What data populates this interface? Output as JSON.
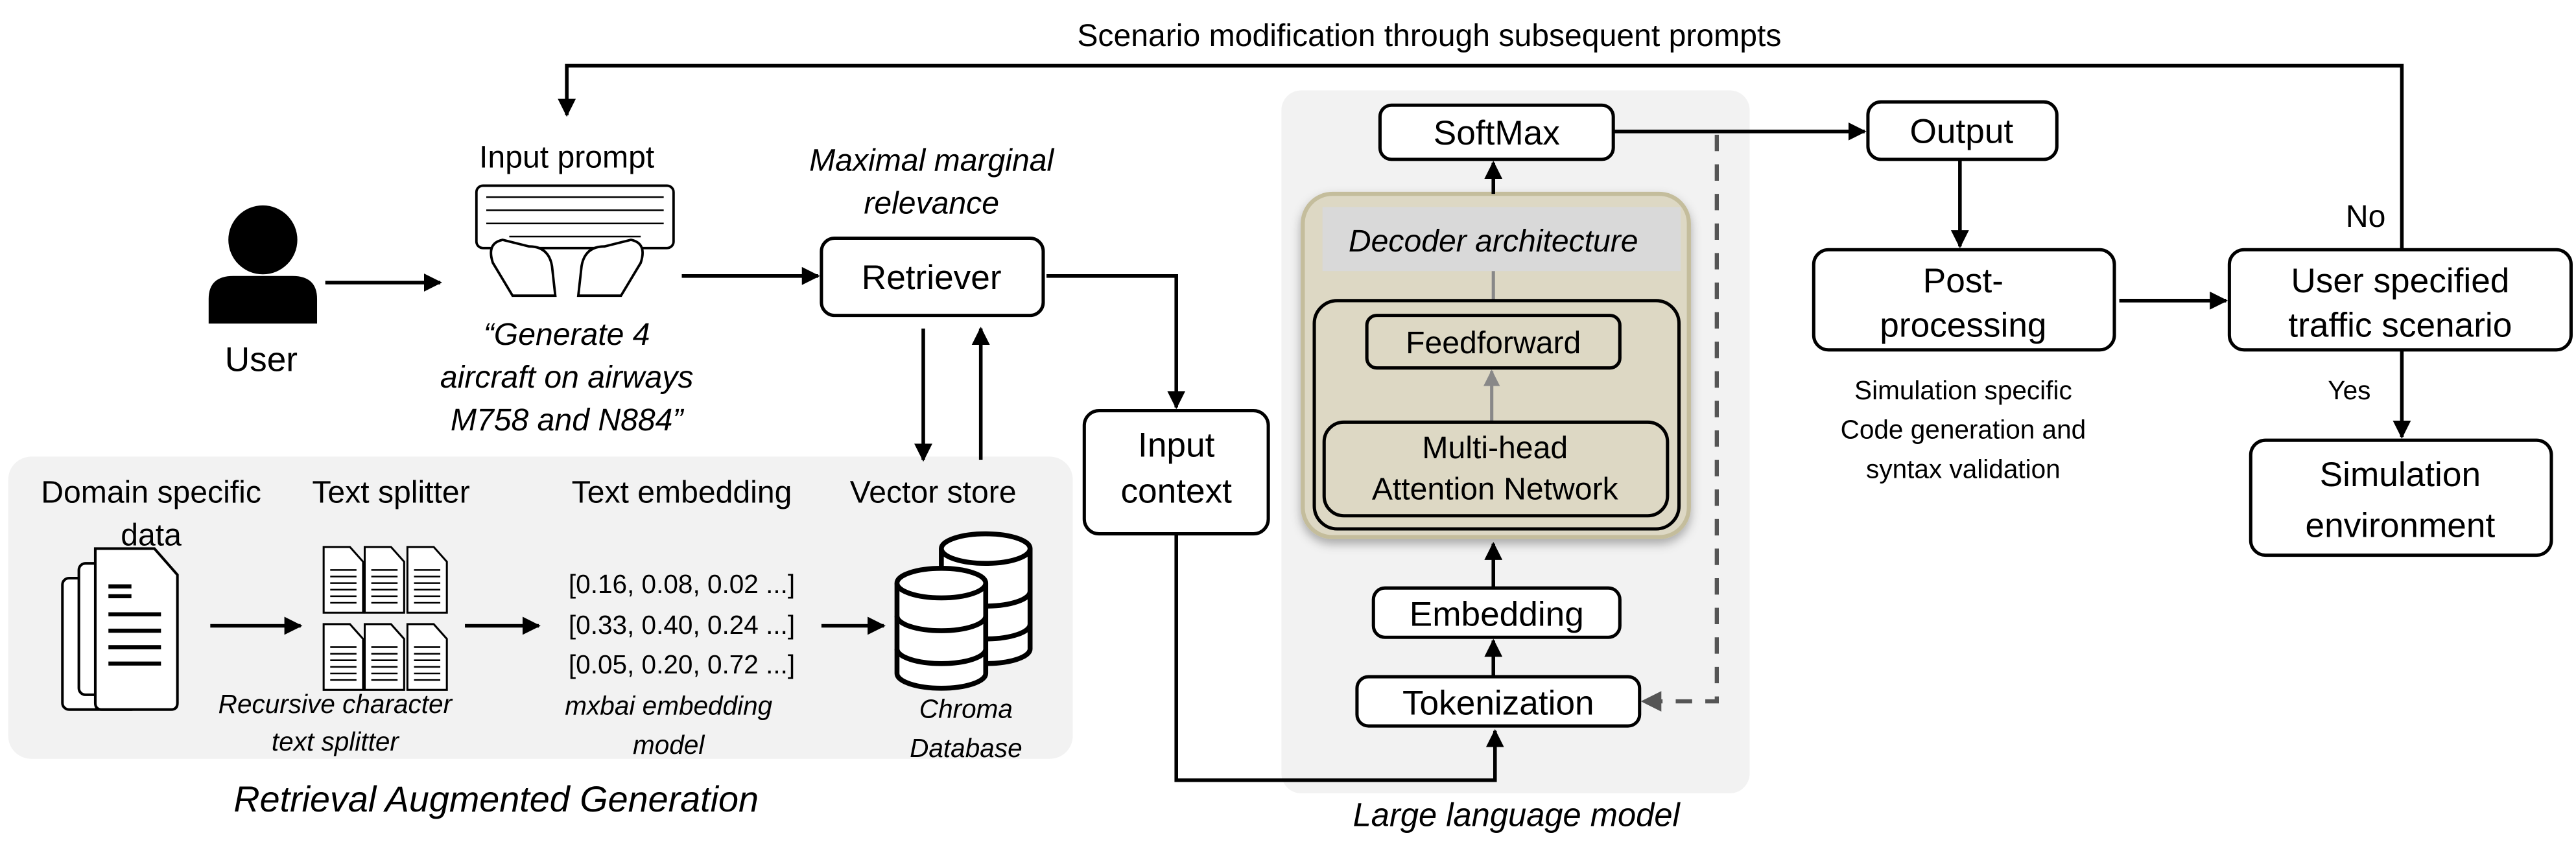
{
  "feedback_label": "Scenario modification through subsequent prompts",
  "user": {
    "label": "User"
  },
  "input_prompt": {
    "label": "Input prompt",
    "quote": [
      "“Generate 4",
      "aircraft on airways",
      "M758 and  N884”"
    ]
  },
  "retriever": {
    "caption": [
      "Maximal marginal",
      "relevance"
    ],
    "label": "Retriever"
  },
  "input_context": {
    "lines": [
      "Input",
      "context"
    ]
  },
  "rag": {
    "title": "Retrieval Augmented Generation",
    "domain_data": [
      "Domain specific",
      "data"
    ],
    "text_splitter": {
      "label": "Text splitter",
      "caption": [
        "Recursive character",
        "text splitter"
      ]
    },
    "text_embedding": {
      "label": "Text embedding",
      "vectors": [
        "[0.16, 0.08, 0.02 ...]",
        "[0.33, 0.40, 0.24 ...]",
        "[0.05, 0.20, 0.72 ...]"
      ],
      "caption": [
        "mxbai embedding",
        "model"
      ]
    },
    "vector_store": {
      "label": "Vector store",
      "caption": [
        "Chroma",
        "Database"
      ]
    }
  },
  "llm": {
    "title": "Large language model",
    "softmax": "SoftMax",
    "decoder": "Decoder architecture",
    "feedforward": "Feedforward",
    "attention": [
      "Multi-head",
      "Attention Network"
    ],
    "embedding": "Embedding",
    "tokenization": "Tokenization",
    "colors": {
      "decoder_fill": "#ddd8c4",
      "decoder_border": "#c4bd9c",
      "panel": "#f2f2f2"
    }
  },
  "output": {
    "label": "Output"
  },
  "post_processing": {
    "lines": [
      "Post-",
      "processing"
    ],
    "caption": [
      "Simulation specific",
      "Code generation and",
      "syntax validation"
    ]
  },
  "user_scenario": {
    "lines": [
      "User specified",
      "traffic scenario"
    ],
    "no_label": "No",
    "yes_label": "Yes"
  },
  "sim_env": {
    "lines": [
      "Simulation",
      "environment"
    ]
  }
}
